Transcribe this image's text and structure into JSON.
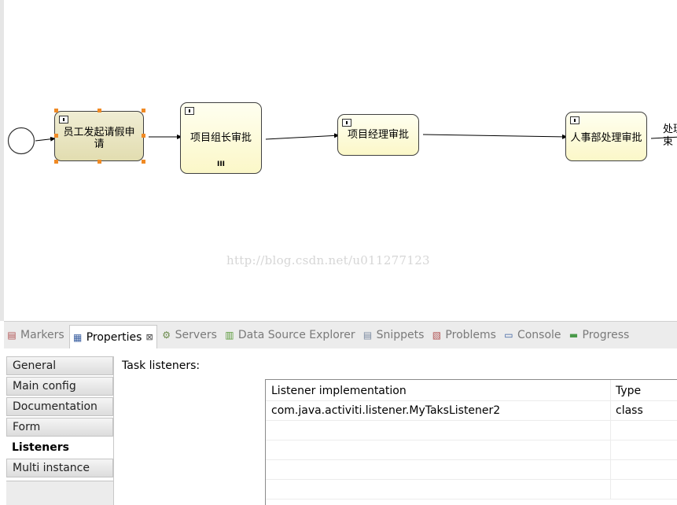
{
  "diagram": {
    "tasks": [
      {
        "label": "员工发起请假申请"
      },
      {
        "label": "项目组长审批",
        "marker": "III"
      },
      {
        "label": "项目经理审批"
      },
      {
        "label": "人事部处理审批"
      }
    ],
    "edge_label_partial": "处理 束",
    "watermark": "http://blog.csdn.net/u011277123"
  },
  "tabs": [
    {
      "label": "Markers",
      "icon": "markers-icon",
      "active": false
    },
    {
      "label": "Properties",
      "icon": "properties-icon",
      "active": true
    },
    {
      "label": "Servers",
      "icon": "servers-icon",
      "active": false
    },
    {
      "label": "Data Source Explorer",
      "icon": "data-source-icon",
      "active": false
    },
    {
      "label": "Snippets",
      "icon": "snippets-icon",
      "active": false
    },
    {
      "label": "Problems",
      "icon": "problems-icon",
      "active": false
    },
    {
      "label": "Console",
      "icon": "console-icon",
      "active": false
    },
    {
      "label": "Progress",
      "icon": "progress-icon",
      "active": false
    }
  ],
  "properties": {
    "nav": [
      "General",
      "Main config",
      "Documentation",
      "Form",
      "Listeners",
      "Multi instance"
    ],
    "active_nav": "Listeners",
    "section_label": "Task listeners:",
    "table": {
      "headers": [
        "Listener implementation",
        "Type"
      ],
      "rows": [
        [
          "com.java.activiti.listener.MyTaksListener2",
          "class"
        ]
      ]
    }
  },
  "colors": {
    "task_fill": "#fbf7c8",
    "selected_task_fill": "#e2ddb0",
    "handle": "#f08a24",
    "watermark": "#d6d6d6"
  }
}
